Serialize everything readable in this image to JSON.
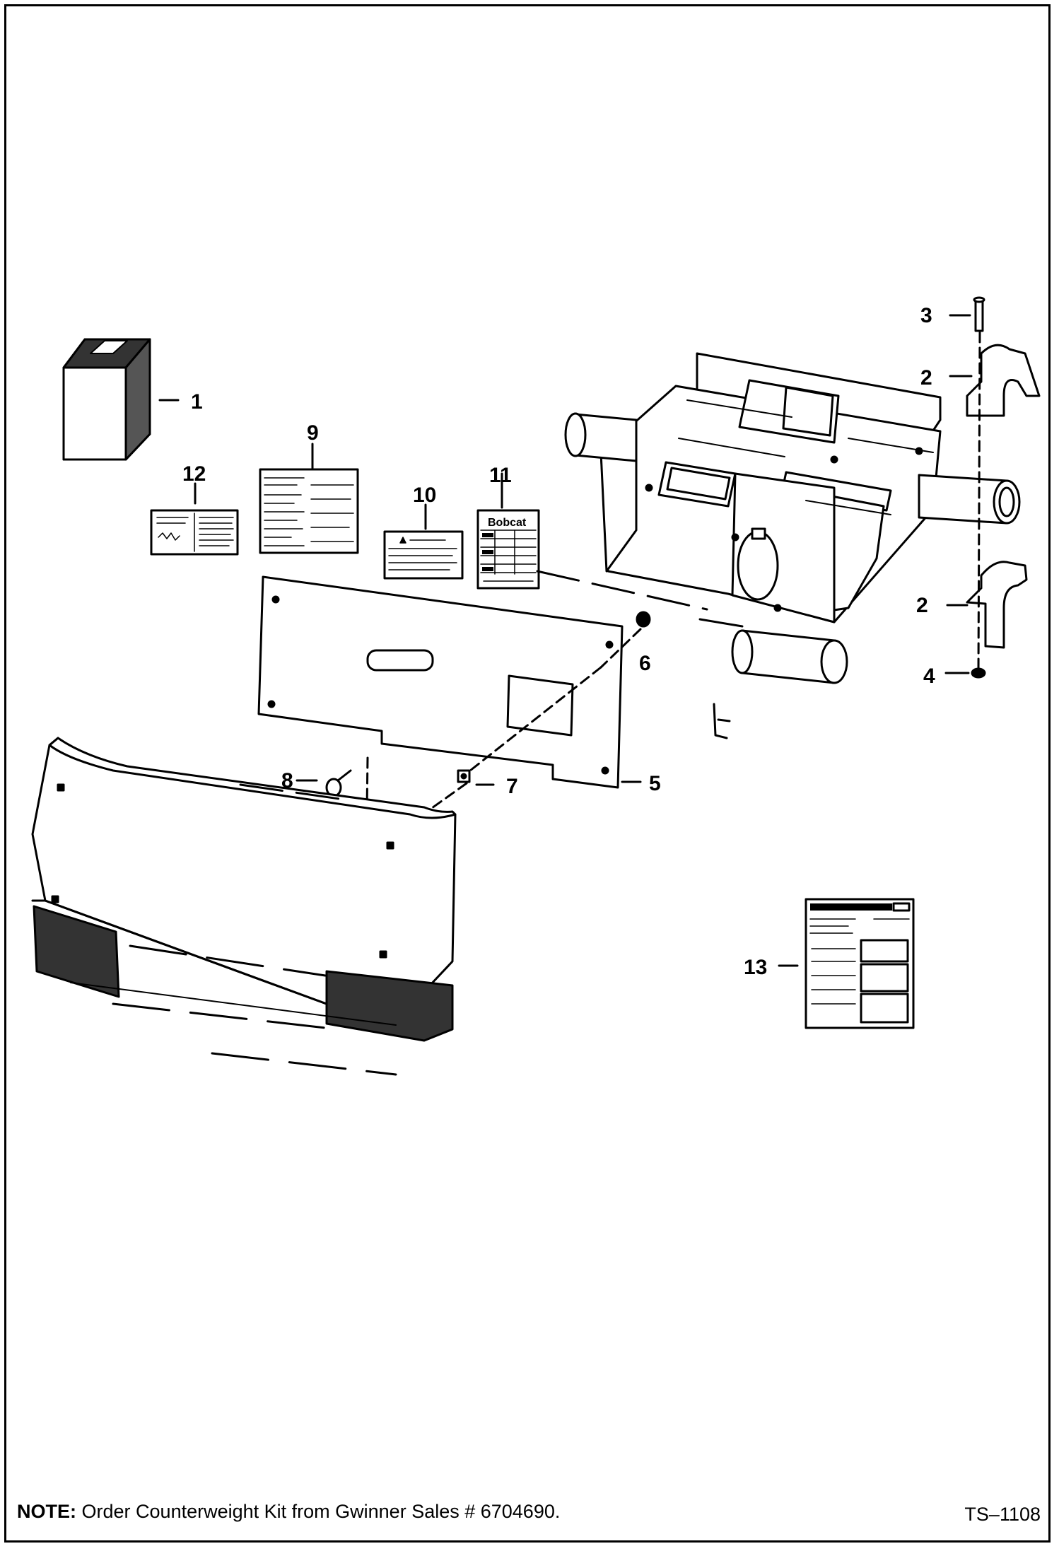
{
  "callouts": {
    "c1": "1",
    "c2a": "2",
    "c2b": "2",
    "c3": "3",
    "c4": "4",
    "c5": "5",
    "c6": "6",
    "c7": "7",
    "c8": "8",
    "c9": "9",
    "c10": "10",
    "c11": "11",
    "c12": "12",
    "c13": "13"
  },
  "decal_text": {
    "bobcat": "Bobcat"
  },
  "footer": {
    "note_label": "NOTE:",
    "note_text": "Order Counterweight Kit from Gwinner Sales # 6704690.",
    "figure_id": "TS–1108"
  }
}
